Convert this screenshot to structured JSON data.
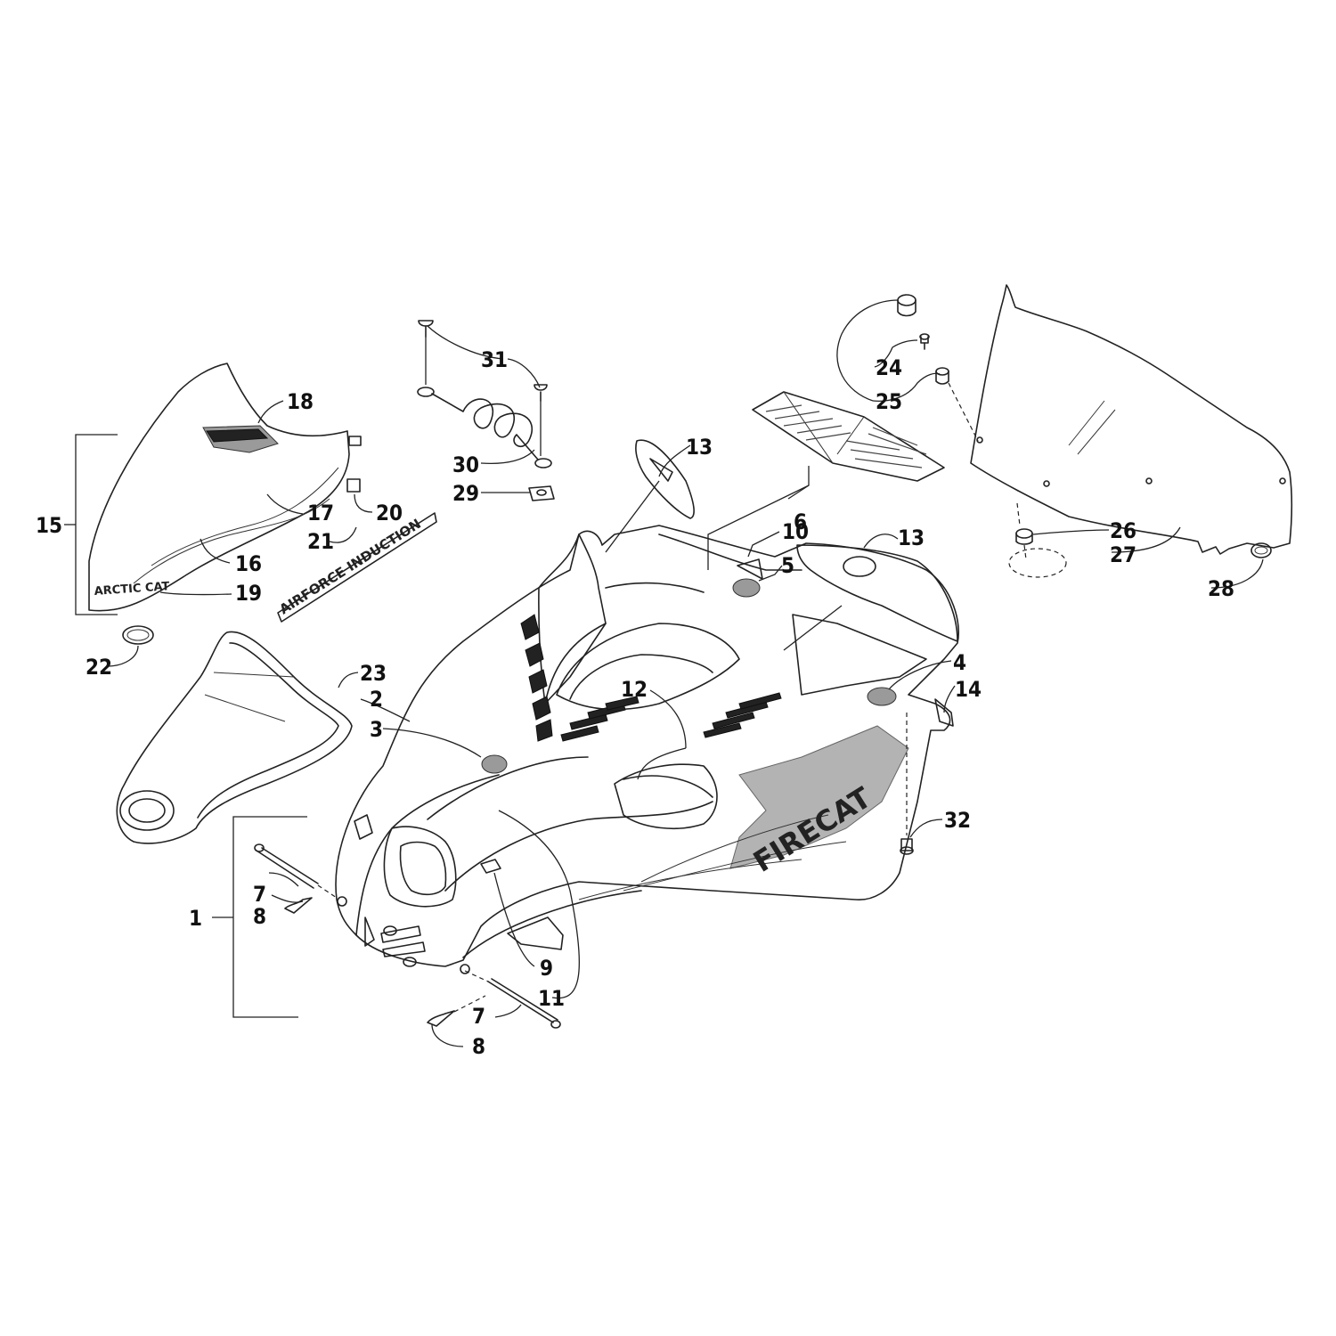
{
  "diagram": {
    "decal_text": {
      "airforce_induction": "AIRFORCE INDUCTION",
      "arctic_cat": "ARCTIC CAT",
      "firecat": "FIRECAT"
    },
    "callouts": {
      "c1": "1",
      "c2": "2",
      "c3": "3",
      "c4": "4",
      "c5": "5",
      "c6": "6",
      "c7a": "7",
      "c7b": "7",
      "c8a": "8",
      "c8b": "8",
      "c9": "9",
      "c10": "10",
      "c11": "11",
      "c12": "12",
      "c13a": "13",
      "c13b": "13",
      "c14": "14",
      "c15": "15",
      "c16": "16",
      "c17": "17",
      "c18": "18",
      "c19": "19",
      "c20": "20",
      "c21": "21",
      "c22": "22",
      "c23": "23",
      "c24": "24",
      "c25": "25",
      "c26": "26",
      "c27": "27",
      "c28": "28",
      "c29": "29",
      "c30": "30",
      "c31": "31",
      "c32": "32"
    }
  }
}
